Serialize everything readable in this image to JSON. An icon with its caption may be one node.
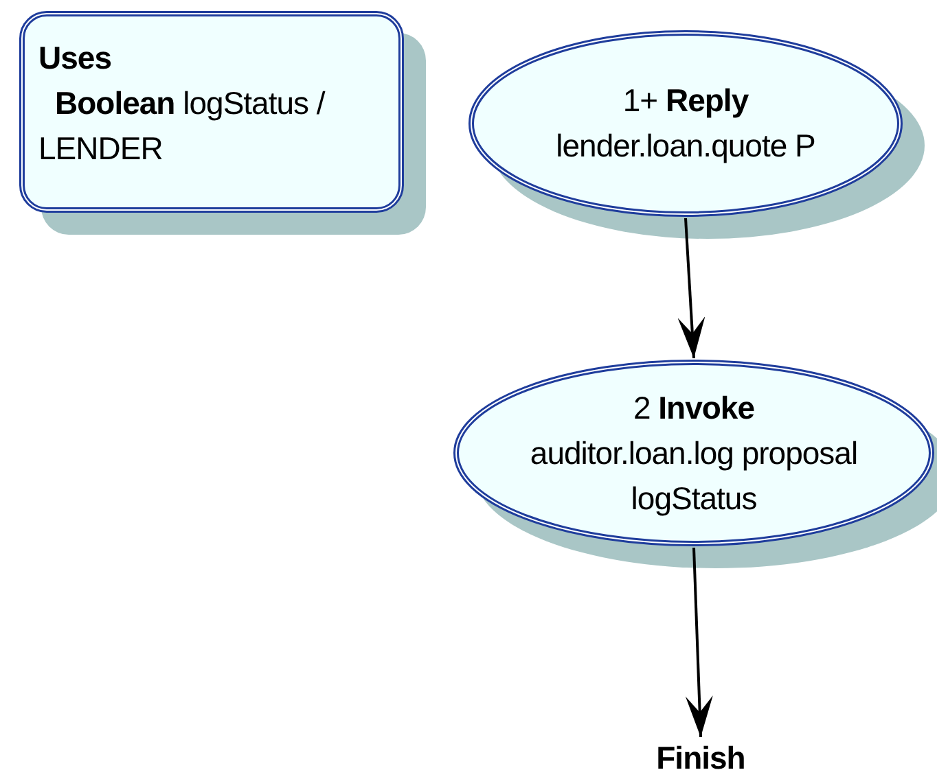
{
  "diagram": {
    "nodes": [
      {
        "text": [
          "Uses",
          "**Boolean** logStatus / LENDER"
        ]
      },
      {
        "text": [
          "1+ **Reply**",
          "lender.loan.quote P"
        ]
      },
      {
        "text": [
          "2 **Invoke**",
          "auditor.loan.log proposal logStatus"
        ]
      },
      {
        "text": [
          "Finish"
        ]
      }
    ],
    "edges": [
      {
        "from": 1,
        "to": 2,
        "arrow": "to"
      },
      {
        "from": 2,
        "to": 3,
        "arrow": "to"
      }
    ]
  }
}
